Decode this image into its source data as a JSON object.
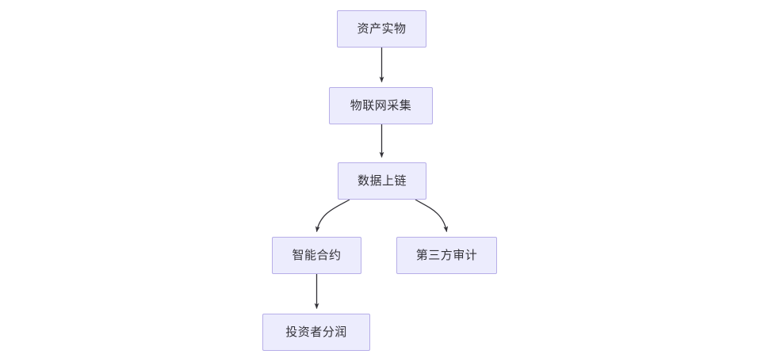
{
  "diagram": {
    "type": "flowchart",
    "title": "",
    "orientation": "top-to-bottom",
    "background_color": "#ffffff",
    "node_fill_color": "#ececfd",
    "node_border_color": "#b7aee8",
    "node_text_color": "#333238",
    "edge_color": "#333238",
    "nodes": [
      {
        "id": "asset",
        "label": "资产实物"
      },
      {
        "id": "iot",
        "label": "物联网采集"
      },
      {
        "id": "onchain",
        "label": "数据上链"
      },
      {
        "id": "contract",
        "label": "智能合约"
      },
      {
        "id": "audit",
        "label": "第三方审计"
      },
      {
        "id": "investor",
        "label": "投资者分润"
      }
    ],
    "edges": [
      {
        "from": "asset",
        "to": "iot",
        "label": "",
        "style": "straight-arrow"
      },
      {
        "from": "iot",
        "to": "onchain",
        "label": "",
        "style": "straight-arrow"
      },
      {
        "from": "onchain",
        "to": "contract",
        "label": "",
        "style": "curved-arrow"
      },
      {
        "from": "onchain",
        "to": "audit",
        "label": "",
        "style": "curved-arrow"
      },
      {
        "from": "contract",
        "to": "investor",
        "label": "",
        "style": "straight-arrow"
      }
    ]
  }
}
